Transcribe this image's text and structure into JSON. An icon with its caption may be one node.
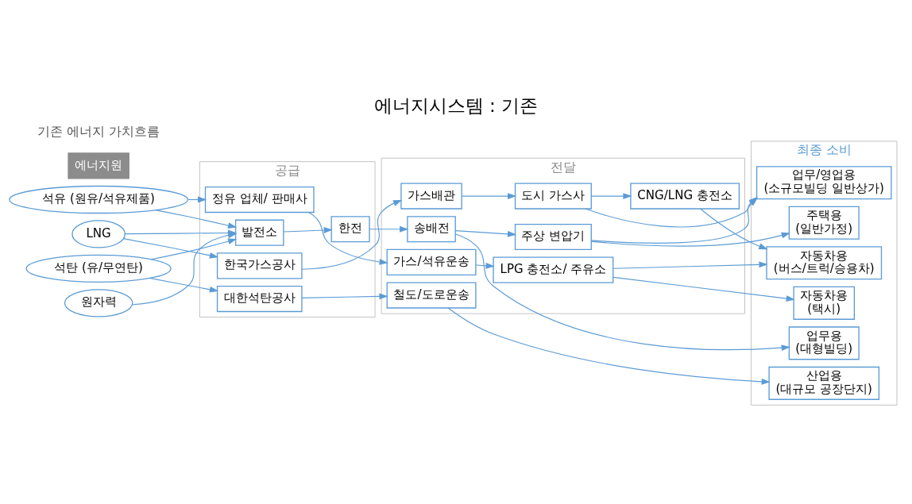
{
  "diagram": {
    "title": "에너지시스템 : 기존",
    "nodes": [
      {
        "text": [
          "에너지원"
        ]
      },
      {
        "text": [
          "석유 (원유/석유제품)"
        ]
      },
      {
        "text": [
          "LNG"
        ]
      },
      {
        "text": [
          "석탄 (유/무연탄)"
        ]
      },
      {
        "text": [
          "원자력"
        ]
      },
      {
        "text": [
          "공급"
        ]
      },
      {
        "text": [
          "정유 업체/ 판매사"
        ],
        "in": 5
      },
      {
        "text": [
          "한국가스공사"
        ],
        "in": 5
      },
      {
        "text": [
          "대한석탄공사"
        ],
        "in": 5
      },
      {
        "text": [
          "발전소"
        ],
        "in": 5
      },
      {
        "text": [
          "한전"
        ],
        "in": 5
      },
      {
        "text": [
          "전달"
        ]
      },
      {
        "text": [
          "가스/석유운송"
        ],
        "in": 11
      },
      {
        "text": [
          "LPG 충전소/ 주유소"
        ],
        "in": 11
      },
      {
        "text": [
          "가스배관"
        ],
        "in": 11
      },
      {
        "text": [
          "도시 가스사"
        ],
        "in": 11
      },
      {
        "text": [
          "CNG/LNG 충전소"
        ],
        "in": 11
      },
      {
        "text": [
          "철도/도로운송"
        ],
        "in": 11
      },
      {
        "text": [
          "송배전"
        ],
        "in": 11
      },
      {
        "text": [
          "주상 변압기"
        ],
        "in": 11
      },
      {
        "text": [
          "최종 소비"
        ]
      },
      {
        "text": [
          "자동차용",
          "(택시)"
        ],
        "in": 20
      },
      {
        "text": [
          "자동차용",
          "(버스/트럭/승용차)"
        ],
        "in": 20
      },
      {
        "text": [
          "산업용",
          "(대규모 공장단지)"
        ],
        "in": 20
      },
      {
        "text": [
          "업무용",
          "(대형빌딩)"
        ],
        "in": 20
      },
      {
        "text": [
          "업무/영업용",
          "(소규모빌딩 일반상가)"
        ],
        "in": 20
      },
      {
        "text": [
          "주택용",
          "(일반가정)"
        ],
        "in": 20
      }
    ],
    "edges": [
      {
        "from": 1,
        "to": 6,
        "arrow": "to"
      },
      {
        "from": 1,
        "to": 9,
        "arrow": "to"
      },
      {
        "from": 2,
        "to": 7,
        "arrow": "to"
      },
      {
        "from": 2,
        "to": 9,
        "arrow": "to"
      },
      {
        "from": 3,
        "to": 8,
        "arrow": "to"
      },
      {
        "from": 3,
        "to": 9,
        "arrow": "to"
      },
      {
        "from": 4,
        "to": 9,
        "arrow": "to"
      },
      {
        "from": 6,
        "to": 12,
        "arrow": "to"
      },
      {
        "from": 7,
        "to": 14,
        "arrow": "to"
      },
      {
        "from": 8,
        "to": 17,
        "arrow": "to"
      },
      {
        "from": 9,
        "to": 10,
        "arrow": "to"
      },
      {
        "from": 10,
        "to": 18,
        "arrow": "to"
      },
      {
        "from": 12,
        "to": 13,
        "arrow": "to"
      },
      {
        "from": 13,
        "to": 21,
        "arrow": "to"
      },
      {
        "from": 13,
        "to": 22,
        "arrow": "to"
      },
      {
        "from": 14,
        "to": 15,
        "arrow": "to"
      },
      {
        "from": 15,
        "to": 16,
        "arrow": "to"
      },
      {
        "from": 16,
        "to": 22,
        "arrow": "to"
      },
      {
        "from": 15,
        "to": 25,
        "arrow": "to"
      },
      {
        "from": 17,
        "to": 23,
        "arrow": "to"
      },
      {
        "from": 18,
        "to": 24,
        "arrow": "to"
      },
      {
        "from": 18,
        "to": 19,
        "arrow": "to"
      },
      {
        "from": 19,
        "to": 25,
        "arrow": "to"
      },
      {
        "from": 19,
        "to": 26,
        "arrow": "to"
      }
    ],
    "labels": [
      "기존 에너지 가치흐름"
    ]
  }
}
